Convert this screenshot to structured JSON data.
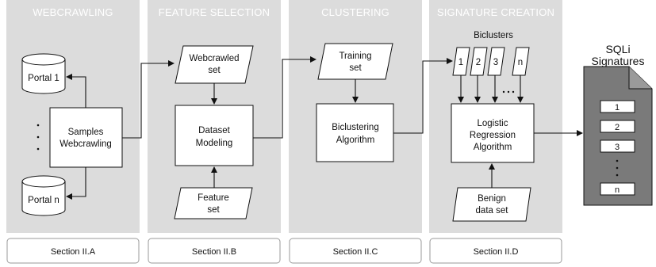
{
  "sections": [
    {
      "title": "WEBCRAWLING",
      "footer": "Section II.A"
    },
    {
      "title": "FEATURE SELECTION",
      "footer": "Section II.B"
    },
    {
      "title": "CLUSTERING",
      "footer": "Section II.C"
    },
    {
      "title": "SIGNATURE CREATION",
      "footer": "Section II.D"
    }
  ],
  "webcrawling": {
    "portal_1": "Portal 1",
    "portal_n": "Portal n",
    "samples": [
      "Samples",
      "Webcrawling"
    ]
  },
  "feature_selection": {
    "webcrawled_set": [
      "Webcrawled",
      "set"
    ],
    "dataset_modeling": [
      "Dataset",
      "Modeling"
    ],
    "feature_set": [
      "Feature",
      "set"
    ]
  },
  "clustering": {
    "training_set": [
      "Training",
      "set"
    ],
    "biclustering": [
      "Biclustering",
      "Algorithm"
    ]
  },
  "signature_creation": {
    "biclusters_label": "Biclusters",
    "biclusters": [
      "1",
      "2",
      "3",
      "n"
    ],
    "logistic": [
      "Logistic",
      "Regression",
      "Algorithm"
    ],
    "benign": [
      "Benign",
      "data set"
    ]
  },
  "output": {
    "title": [
      "SQLi",
      "Signatures"
    ],
    "rows": [
      "1",
      "2",
      "3",
      "n"
    ]
  },
  "colors": {
    "panel": "#dcdcdc",
    "header_text": "#ffffff",
    "document": "#7a7a7a"
  }
}
